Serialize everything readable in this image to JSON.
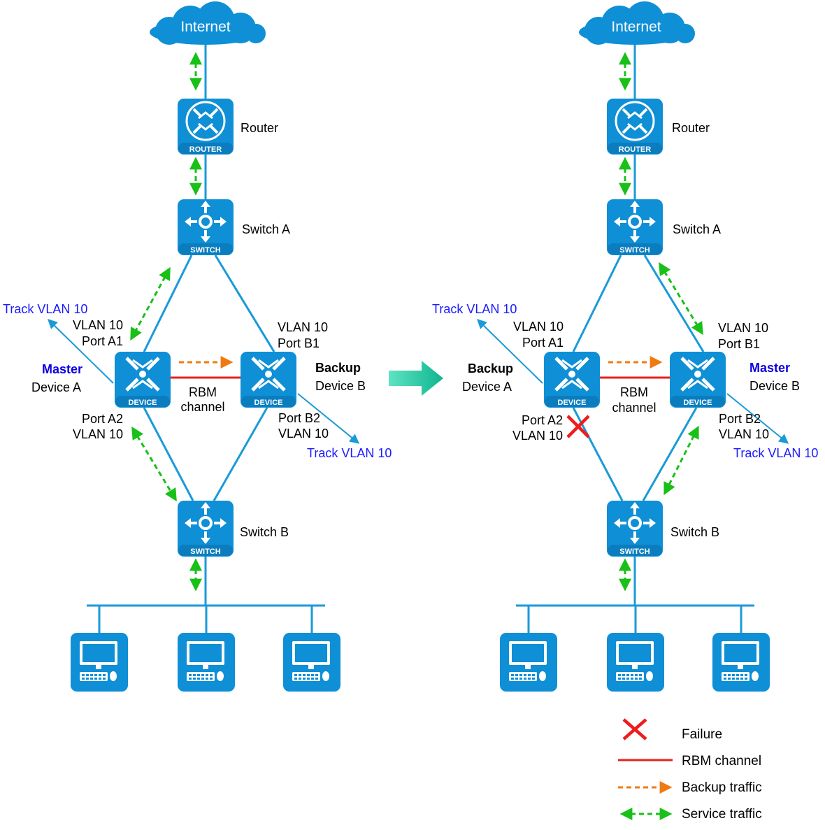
{
  "colors": {
    "device_blue": "#0e8fd6",
    "link_blue": "#1a9ad8",
    "rbm_red": "#e8201c",
    "backup_orange": "#f07a12",
    "service_green": "#18c018",
    "failure_red": "#ee1c1c",
    "arrow_teal": "#19c9a2"
  },
  "icon_texts": {
    "router": "ROUTER",
    "switch": "SWITCH",
    "device": "DEVICE"
  },
  "left": {
    "internet": "Internet",
    "router": "Router",
    "switch_a": "Switch A",
    "switch_b": "Switch B",
    "track_a": "Track VLAN 10",
    "track_b": "Track VLAN 10",
    "a1_vlan": "VLAN 10",
    "a1_port": "Port A1",
    "b1_vlan": "VLAN 10",
    "b1_port": "Port B1",
    "a2_port": "Port A2",
    "a2_vlan": "VLAN 10",
    "b2_port": "Port B2",
    "b2_vlan": "VLAN 10",
    "dev_a_role": "Master",
    "dev_a_name": "Device A",
    "dev_b_role": "Backup",
    "dev_b_name": "Device B",
    "rbm_1": "RBM",
    "rbm_2": "channel"
  },
  "right": {
    "internet": "Internet",
    "router": "Router",
    "switch_a": "Switch A",
    "switch_b": "Switch B",
    "track_a": "Track VLAN 10",
    "track_b": "Track VLAN 10",
    "a1_vlan": "VLAN 10",
    "a1_port": "Port A1",
    "b1_vlan": "VLAN 10",
    "b1_port": "Port B1",
    "a2_port": "Port A2",
    "a2_vlan": "VLAN 10",
    "b2_port": "Port B2",
    "b2_vlan": "VLAN 10",
    "dev_a_role": "Backup",
    "dev_a_name": "Device A",
    "dev_b_role": "Master",
    "dev_b_name": "Device B",
    "rbm_1": "RBM",
    "rbm_2": "channel"
  },
  "legend": {
    "failure": "Failure",
    "rbm": "RBM channel",
    "backup": "Backup traffic",
    "service": "Service traffic"
  }
}
